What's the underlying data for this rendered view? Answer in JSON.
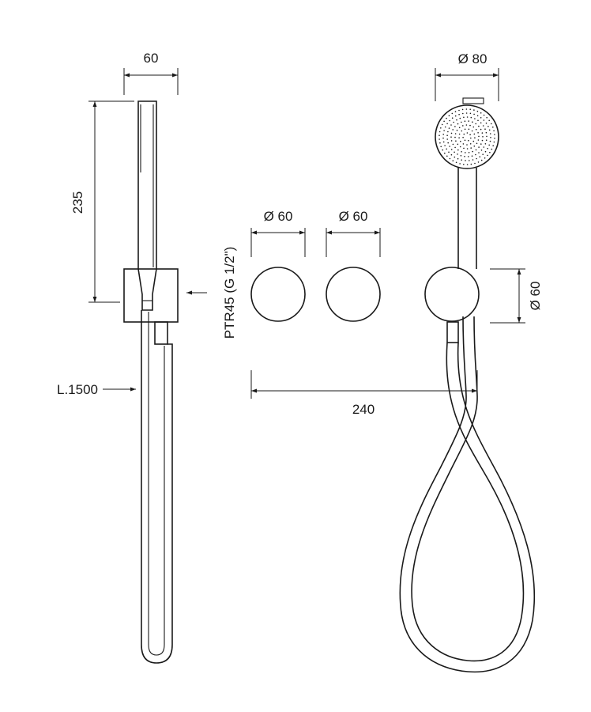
{
  "labels": {
    "side_width": "60",
    "side_height": "235",
    "hose_length": "L.1500",
    "thread": "PTR45 (G 1/2\")",
    "knob1_diameter": "Ø 60",
    "knob2_diameter": "Ø 60",
    "spacing": "240",
    "head_diameter": "Ø 80",
    "holder_diameter": "Ø 60"
  },
  "colors": {
    "line": "#1a1a1a",
    "background": "#ffffff"
  }
}
